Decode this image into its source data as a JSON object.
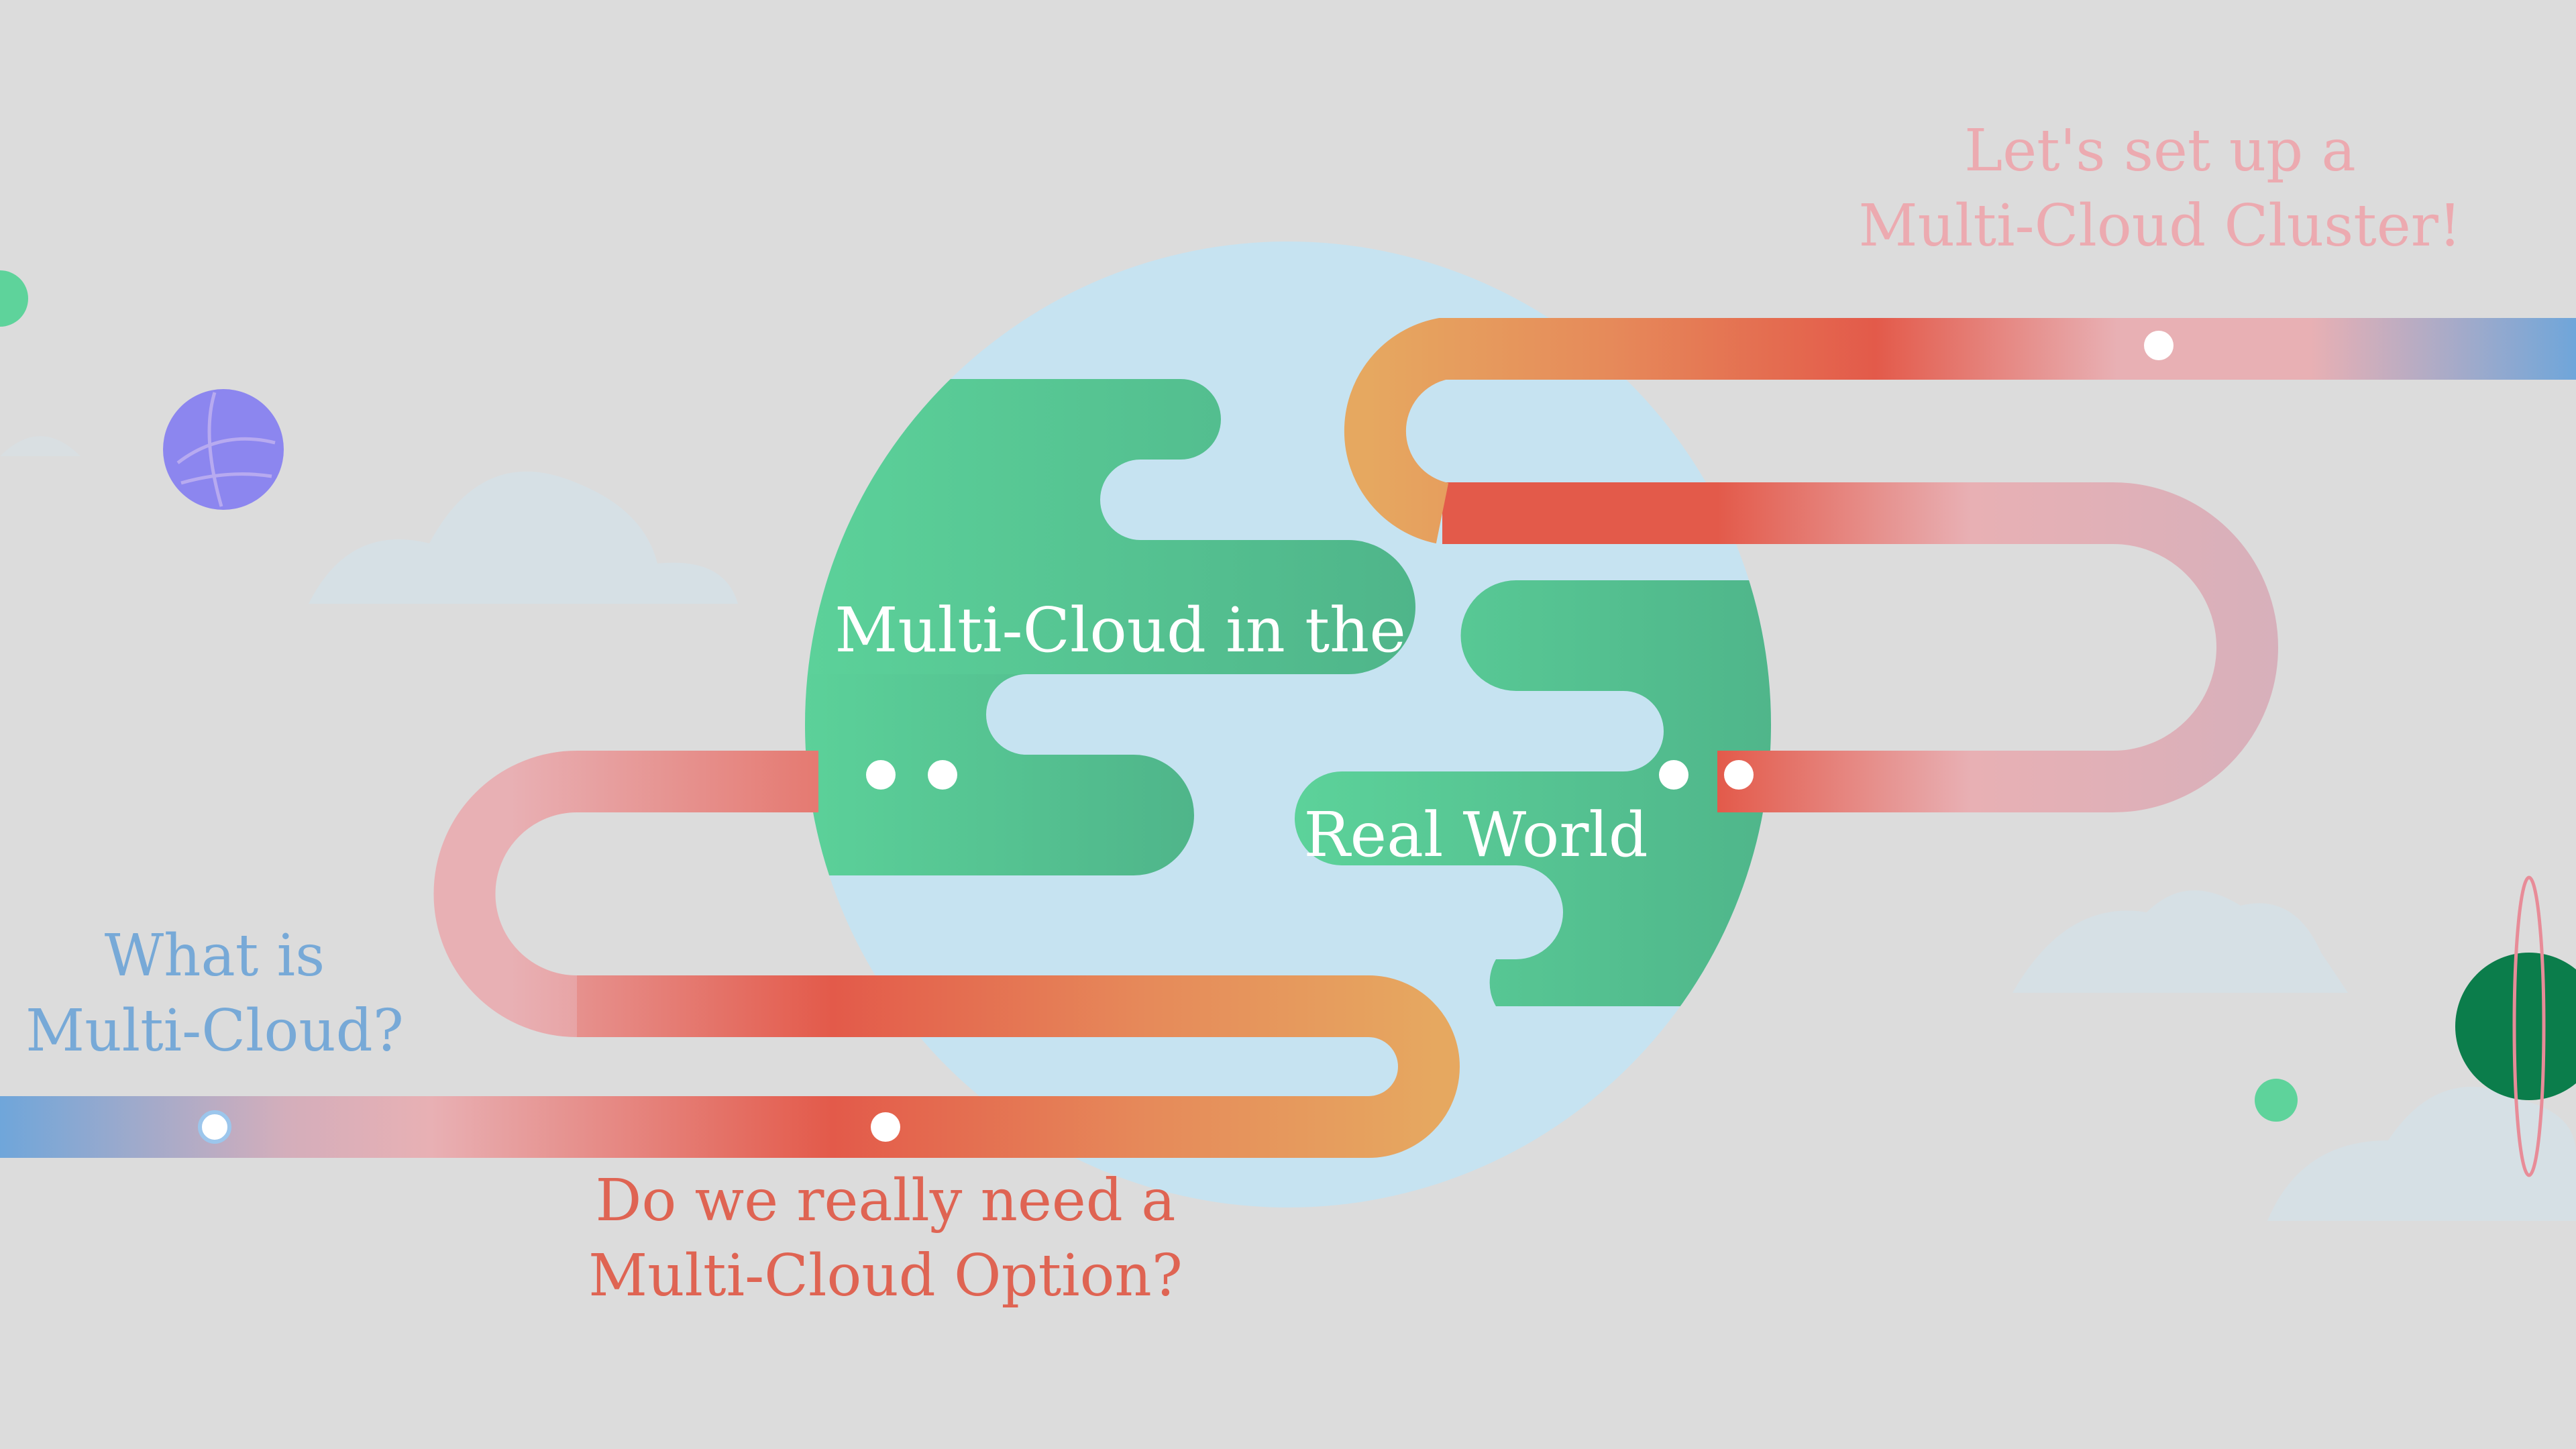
{
  "title": {
    "line1": "Multi-Cloud in the",
    "line2": "Real World"
  },
  "topics": [
    {
      "line1": "What is",
      "line2": "Multi-Cloud?",
      "color": "#77a9d7"
    },
    {
      "line1": "Do we really need a",
      "line2": "Multi-Cloud Option?",
      "color": "#df6453"
    },
    {
      "line1": "Let's set up a",
      "line2": "Multi-Cloud Cluster!",
      "color": "#ecaab0"
    }
  ],
  "colors": {
    "background": "#dcdcdc",
    "planet": "#c6e3f1",
    "land": "#5ac595",
    "path_blue": "#6fa6da",
    "path_pink": "#e8b0b4",
    "path_red": "#e35a4a",
    "path_orange": "#e6a860"
  }
}
